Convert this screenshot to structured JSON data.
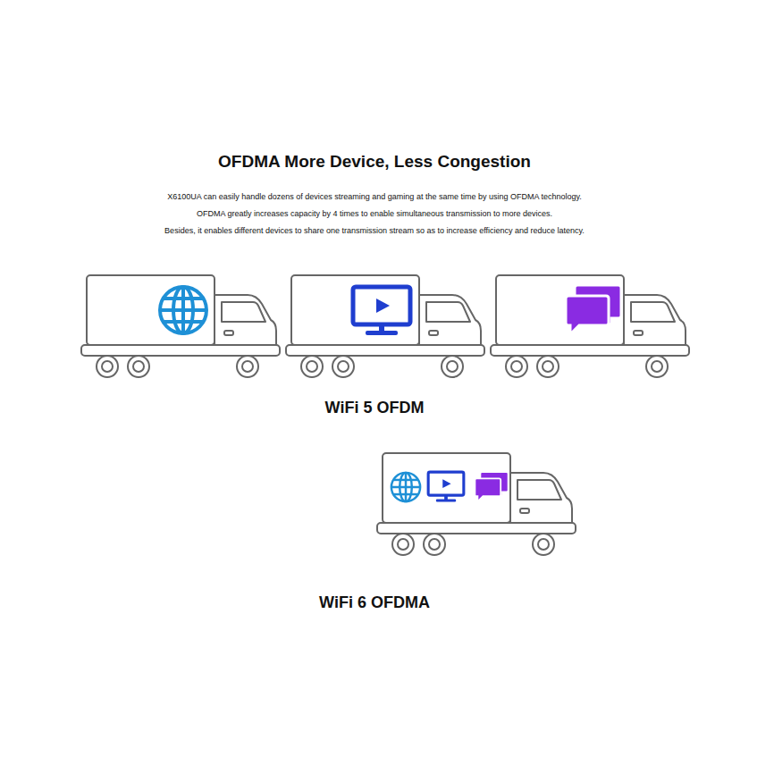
{
  "diagram": {
    "title": "OFDMA More Device, Less Congestion",
    "labels": [
      "X6100UA can easily handle dozens of devices streaming and gaming at the same time by using OFDMA technology.",
      "OFDMA greatly increases capacity by 4 times to enable simultaneous transmission to more devices.",
      "Besides, it enables different devices to share one transmission stream so as to increase efficiency and reduce latency.",
      "WiFi 5 OFDM",
      "WiFi 6 OFDMA"
    ]
  }
}
